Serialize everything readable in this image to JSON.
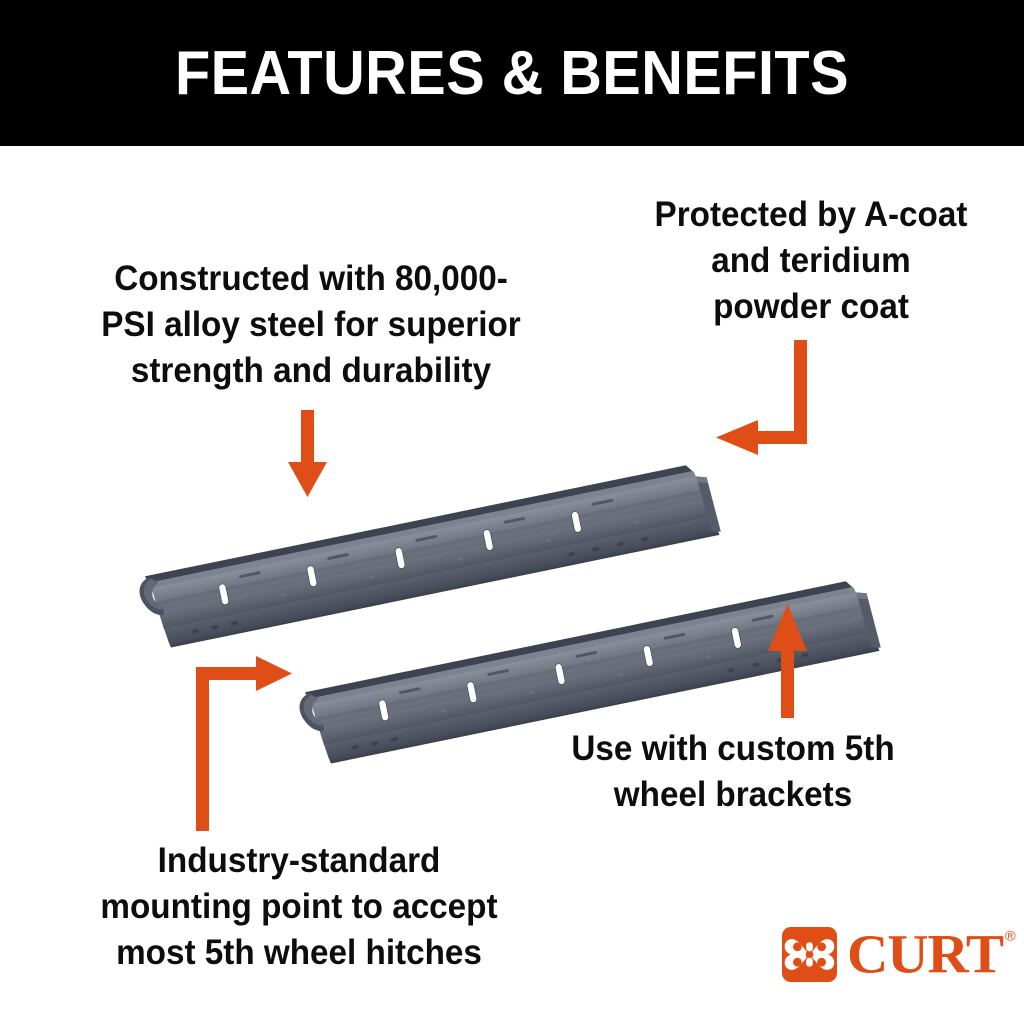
{
  "header": {
    "title": "FEATURES & BENEFITS",
    "background_color": "#000000",
    "text_color": "#FFFFFF"
  },
  "theme": {
    "accent_color": "#E04E18",
    "page_background": "#FFFFFF",
    "text_color": "#0D0D0D",
    "rail_top_color": "#767B88",
    "rail_face_color": "#5D636F",
    "rail_shadow_color": "#3E4350"
  },
  "callouts": [
    {
      "id": "steel",
      "text": "Constructed with 80,000-PSI alloy steel for superior strength and durability",
      "lines": [
        "Constructed with 80,000-",
        "PSI alloy steel for superior",
        "strength and durability"
      ],
      "arrow": "arrow-down-to-upper-rail"
    },
    {
      "id": "coating",
      "text": "Protected by A-coat and teridium powder coat",
      "lines": [
        "Protected by A-coat",
        "and teridium",
        "powder coat"
      ],
      "arrow": "arrow-elbow-left-to-upper-rail-end"
    },
    {
      "id": "mounting",
      "text": "Industry-standard mounting point to accept most 5th wheel hitches",
      "lines": [
        "Industry-standard",
        "mounting point to accept",
        "most 5th wheel hitches"
      ],
      "arrow": "arrow-elbow-right-to-lower-rail-end"
    },
    {
      "id": "brackets",
      "text": "Use with custom 5th wheel brackets",
      "lines": [
        "Use with custom 5th",
        "wheel brackets"
      ],
      "arrow": "arrow-up-to-lower-rail"
    }
  ],
  "product": {
    "name": "5th wheel mounting rails",
    "quantity_shown": 2,
    "description": "Pair of gray steel 5th wheel base rails shown at an angle with slotted mounting holes"
  },
  "logo": {
    "wordmark": "CURT",
    "registered_mark": "®",
    "color": "#E04E18"
  }
}
